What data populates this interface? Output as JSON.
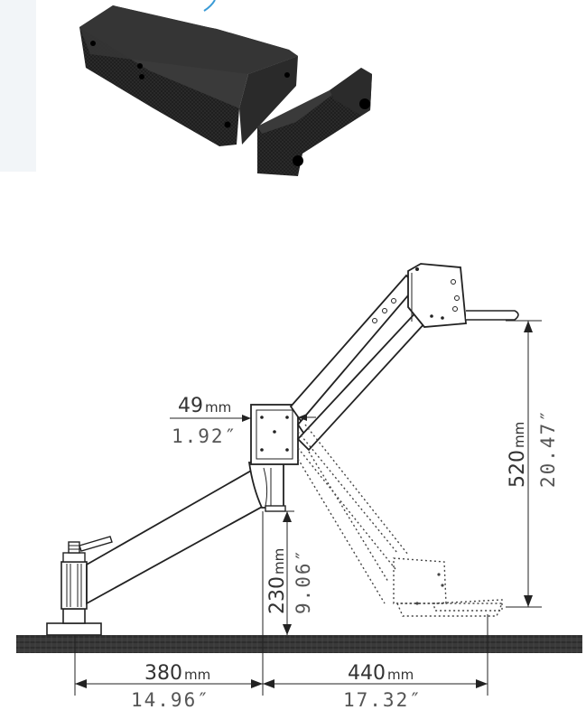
{
  "dimensions": {
    "top_offset": {
      "mm": "49",
      "unit": "mm",
      "inch": "1.92″"
    },
    "vertical_right": {
      "mm": "520",
      "unit": "mm",
      "inch": "20.47″"
    },
    "vertical_center": {
      "mm": "230",
      "unit": "mm",
      "inch": "9.06″"
    },
    "base_left": {
      "mm": "380",
      "unit": "mm",
      "inch": "14.96″"
    },
    "base_right": {
      "mm": "440",
      "unit": "mm",
      "inch": "17.32″"
    }
  },
  "colors": {
    "part_dark": "#1b1b1b",
    "part_mid": "#2c2c2c",
    "accent_arc": "#3a9bd6",
    "surface": "#3d3d3d"
  }
}
